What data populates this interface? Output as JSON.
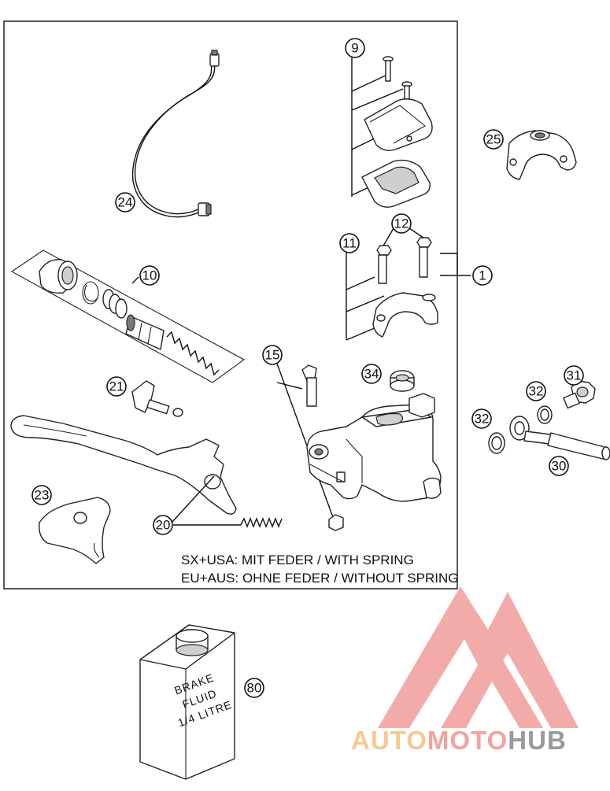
{
  "callouts": {
    "c1": "1",
    "c9": "9",
    "c10": "10",
    "c11": "11",
    "c12": "12",
    "c15": "15",
    "c20": "20",
    "c21": "21",
    "c23": "23",
    "c24": "24",
    "c25": "25",
    "c30": "30",
    "c31": "31",
    "c32a": "32",
    "c32b": "32",
    "c34": "34",
    "c80": "80"
  },
  "notes": {
    "line1": "SX+USA:  MIT FEDER / WITH SPRING",
    "line2": "EU+AUS:  OHNE FEDER / WITHOUT SPRING"
  },
  "can_label": {
    "line1": "BRAKE",
    "line2": "FLUID",
    "line3": "1/4 LITRE"
  },
  "watermark": {
    "part1": "AUTO",
    "part2": "MOTO",
    "part3": "HUB",
    "colors": {
      "auto": "#f7c98f",
      "moto": "#f2a3a0",
      "hub": "#9a9a9a",
      "triangle": "#f2a3a0"
    }
  }
}
